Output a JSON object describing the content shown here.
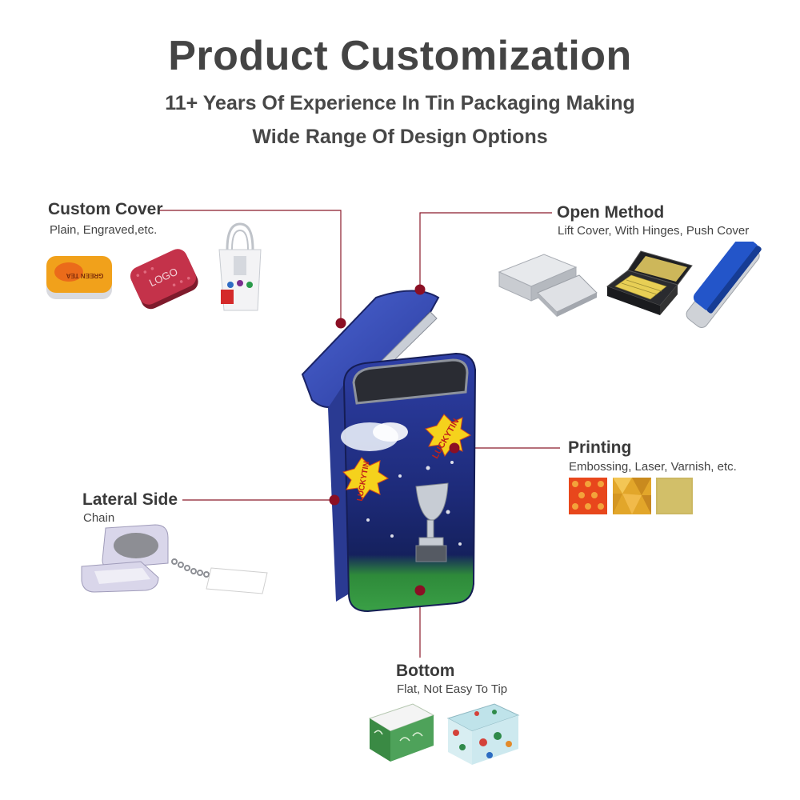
{
  "header": {
    "title": "Product Customization",
    "subtitle_1": "11+ Years Of Experience In Tin Packaging Making",
    "subtitle_2": "Wide Range Of Design Options"
  },
  "features": {
    "custom_cover": {
      "title": "Custom Cover",
      "desc": "Plain, Engraved,etc."
    },
    "open_method": {
      "title": "Open Method",
      "desc": "Lift Cover, With Hinges, Push Cover"
    },
    "printing": {
      "title": "Printing",
      "desc": "Embossing, Laser, Varnish, etc."
    },
    "lateral_side": {
      "title": "Lateral Side",
      "desc": "Chain"
    },
    "bottom": {
      "title": "Bottom",
      "desc": "Flat, Not Easy To Tip"
    }
  },
  "product_labels": {
    "brand_front": "LUCKYTIN",
    "brand_side": "LUCKYTIN",
    "thumb_logo": "LOGO",
    "thumb_tea": "GREEN TEA"
  },
  "colors": {
    "accent_line": "#8b1a2b",
    "marker": "#8b0f24",
    "tin_blue": "#3b4fb0",
    "tin_green": "#2f8a3a"
  }
}
